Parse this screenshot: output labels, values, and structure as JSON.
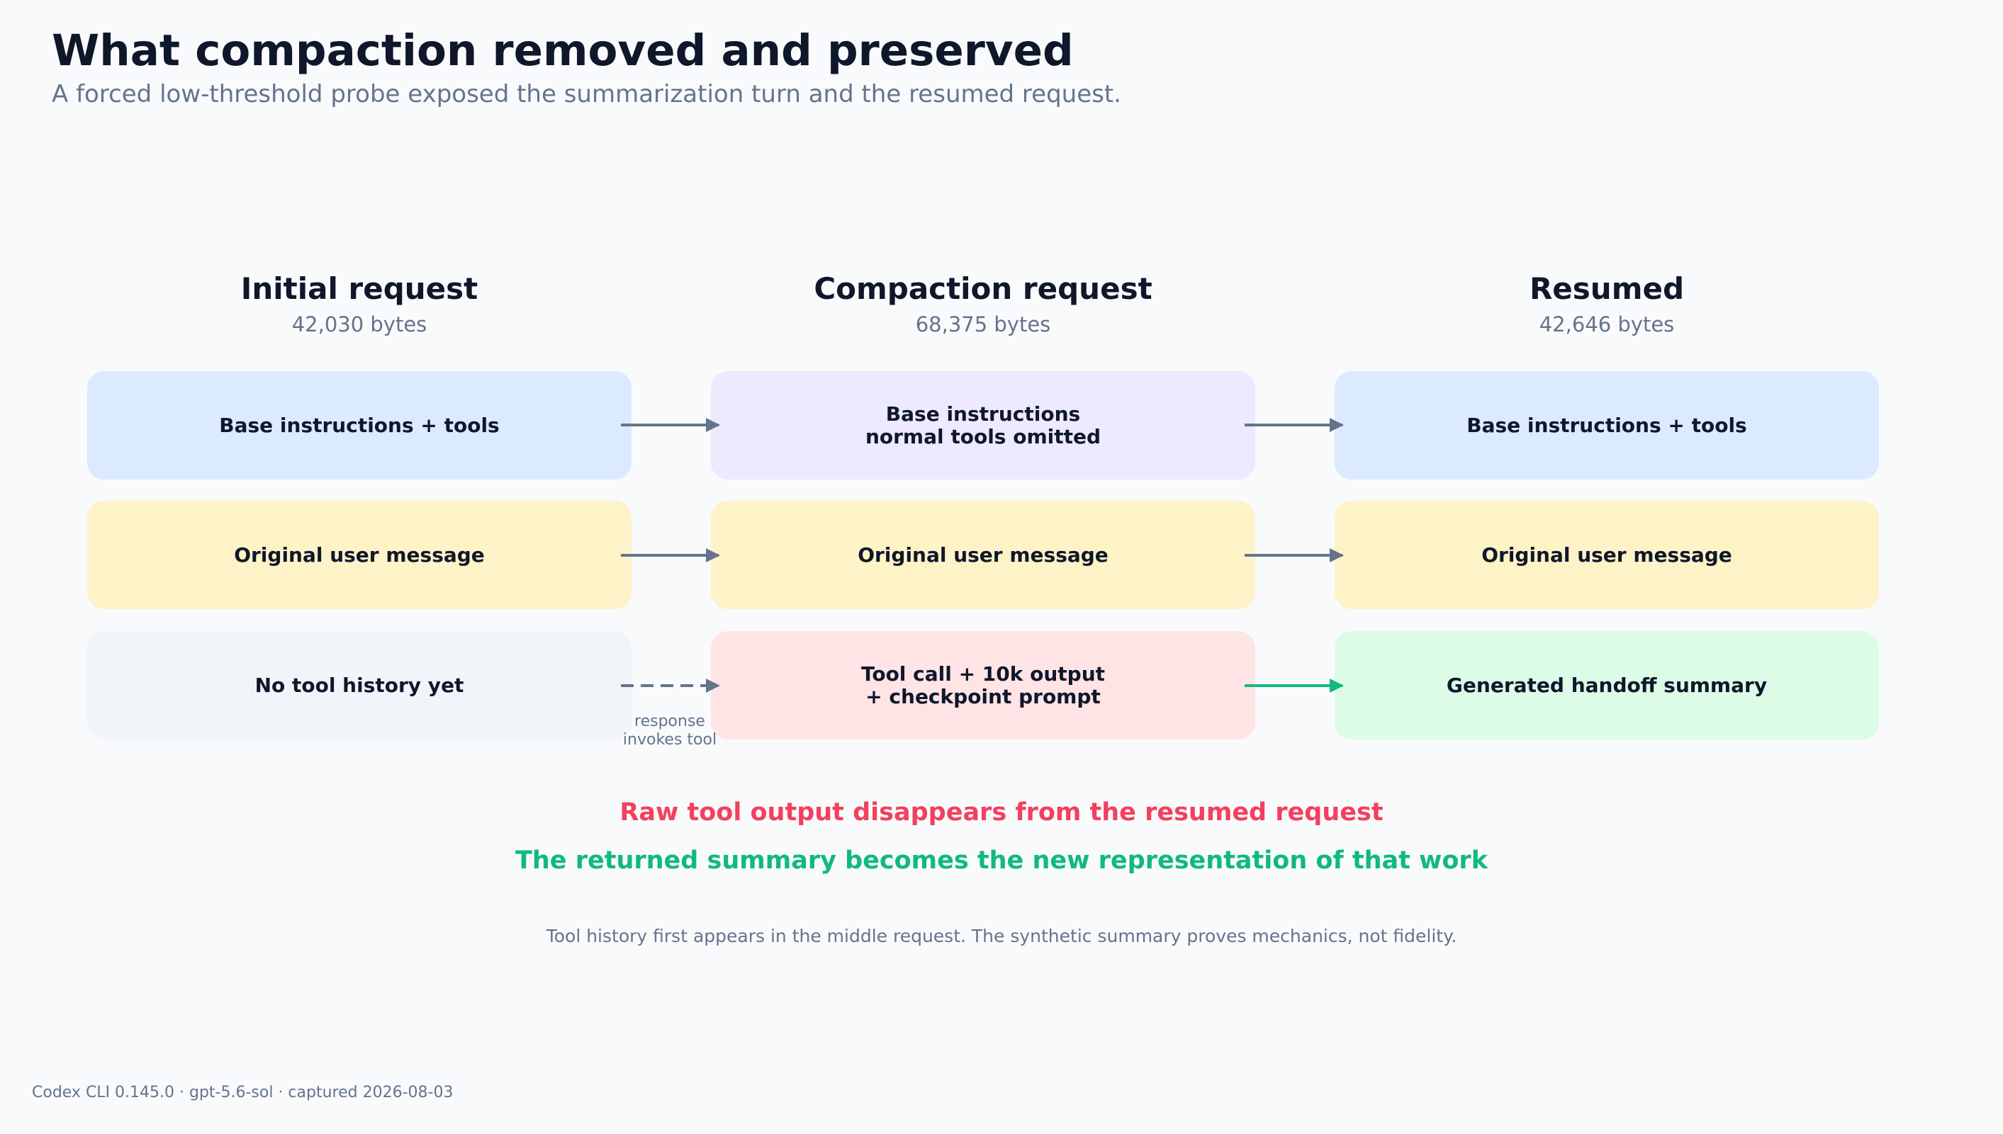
{
  "header": {
    "title": "What compaction removed and preserved",
    "subtitle": "A forced low-threshold probe exposed the summarization turn and the resumed request."
  },
  "columns": [
    {
      "title": "Initial request",
      "bytes": "42,030 bytes",
      "boxes": [
        {
          "lines": [
            "Base instructions + tools"
          ]
        },
        {
          "lines": [
            "Original user message"
          ]
        },
        {
          "lines": [
            "No tool history yet"
          ]
        }
      ]
    },
    {
      "title": "Compaction request",
      "bytes": "68,375 bytes",
      "boxes": [
        {
          "lines": [
            "Base instructions",
            "normal tools omitted"
          ]
        },
        {
          "lines": [
            "Original user message"
          ]
        },
        {
          "lines": [
            "Tool call + 10k output",
            "+ checkpoint prompt"
          ]
        }
      ]
    },
    {
      "title": "Resumed",
      "bytes": "42,646 bytes",
      "boxes": [
        {
          "lines": [
            "Base instructions + tools"
          ]
        },
        {
          "lines": [
            "Original user message"
          ]
        },
        {
          "lines": [
            "Generated handoff summary"
          ]
        }
      ]
    }
  ],
  "arrow_annotation": {
    "line1": "response",
    "line2": "invokes tool"
  },
  "messages": {
    "removed": "Raw tool output disappears from the resumed request",
    "preserved": "The returned summary becomes the new representation of that work"
  },
  "note": "Tool history first appears in the middle request. The synthetic summary proves mechanics, not fidelity.",
  "footer": "Codex CLI 0.145.0 · gpt-5.6-sol · captured 2026-08-03",
  "colors": {
    "blue": "#dbeafe",
    "purple": "#ede9fe",
    "yellow": "#fef3c7",
    "grey": "#f1f5f9",
    "pink": "#ffe4e6",
    "green": "#dcfce7",
    "arrow": "#64748b",
    "arrow_green": "#10b981",
    "removed_text": "#f43f5e",
    "preserved_text": "#10b981"
  }
}
